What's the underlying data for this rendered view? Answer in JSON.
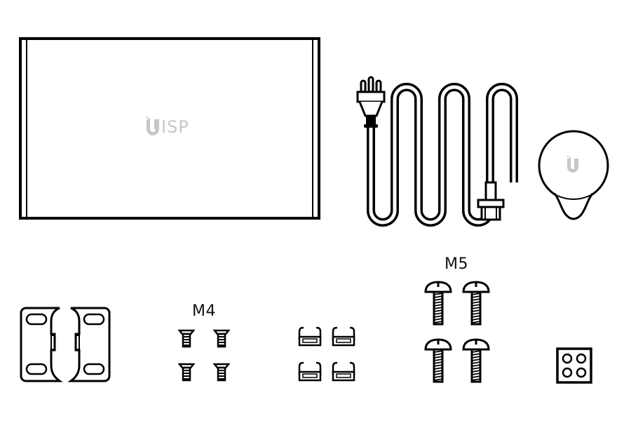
{
  "diagram": {
    "type": "package-contents",
    "items": [
      {
        "id": "router",
        "name": "UISP Router",
        "logo_text": "ISP",
        "logo_mark": "U",
        "count": 1
      },
      {
        "id": "power-cord",
        "name": "Power cord",
        "count": 1
      },
      {
        "id": "mount-cover",
        "name": "Wall mount cap",
        "logo_mark": "U",
        "count": 1
      },
      {
        "id": "rack-ears",
        "name": "Rack-mount brackets",
        "count": 2
      },
      {
        "id": "m4-screws",
        "name": "M4 screws",
        "label": "M4",
        "count": 4
      },
      {
        "id": "cable-clips",
        "name": "Cable clips",
        "count": 4
      },
      {
        "id": "m5-screws",
        "name": "M5 screws",
        "label": "M5",
        "count": 4
      },
      {
        "id": "rubber-feet",
        "name": "Rubber feet",
        "count": 4
      }
    ]
  },
  "labels": {
    "m4": "M4",
    "m5": "M5",
    "logo_text": "ISP",
    "logo_mark": "U"
  },
  "colors": {
    "line": "#000000",
    "logo": "#c7c7c7",
    "background": "#ffffff"
  }
}
